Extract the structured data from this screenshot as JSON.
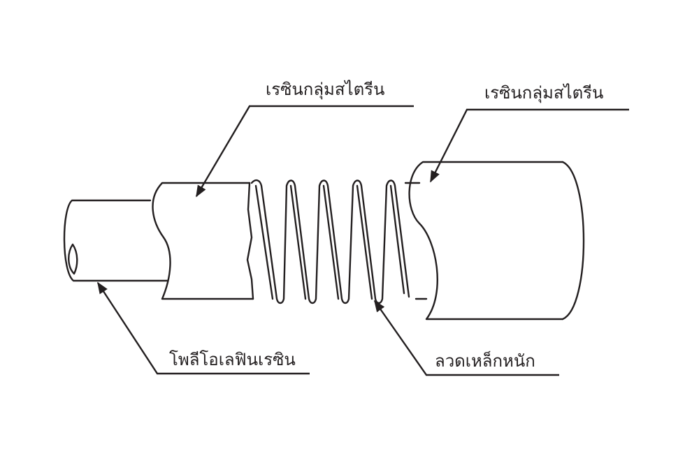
{
  "labels": {
    "outer_resin_left": "เรซินกลุ่มสไตรีน",
    "outer_resin_right": "เรซินกลุ่มสไตรีน",
    "inner_resin": "โพลีโอเลฟินเรซิน",
    "steel_wire": "ลวดเหล็กหนัก"
  },
  "colors": {
    "stroke": "#231f20",
    "background": "#ffffff"
  }
}
